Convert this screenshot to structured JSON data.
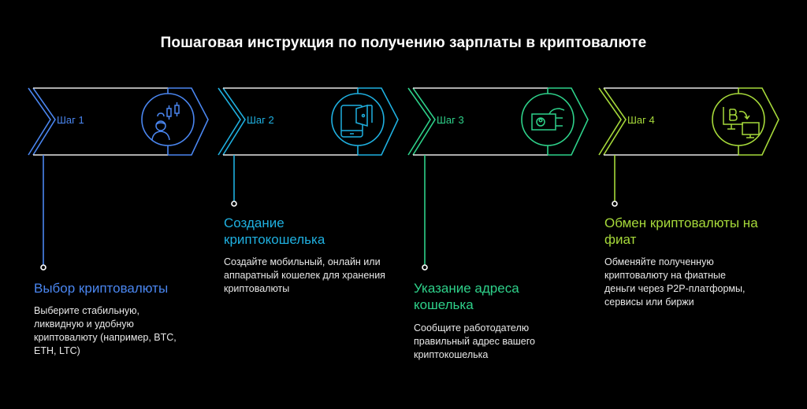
{
  "title": "Пошаговая инструкция по получению зарплаты в криптовалюте",
  "steps": [
    {
      "label": "Шаг 1",
      "color": "#4a86f0",
      "icon": "trader-candlestick-icon",
      "heading": "Выбор криптовалюты",
      "description": "Выберите стабильную, ликвидную и удобную криптовалюту (например, BTC, ETH, LTC)"
    },
    {
      "label": "Шаг 2",
      "color": "#1fb0e0",
      "icon": "mobile-wallet-icon",
      "heading": "Создание криптокошелька",
      "description": "Создайте мобильный, онлайн или аппаратный кошелек для хранения криптовалюты"
    },
    {
      "label": "Шаг 3",
      "color": "#2ed18a",
      "icon": "hand-card-icon",
      "heading": "Указание адреса кошелька",
      "description": "Сообщите работодателю правильный адрес вашего криптокошелька"
    },
    {
      "label": "Шаг 4",
      "color": "#a6d93a",
      "icon": "bitcoin-exchange-icon",
      "heading": "Обмен криптовалюты на фиат",
      "description": "Обменяйте полученную криптовалюту на фиатные деньги через P2P-платформы, сервисы или биржи"
    }
  ]
}
